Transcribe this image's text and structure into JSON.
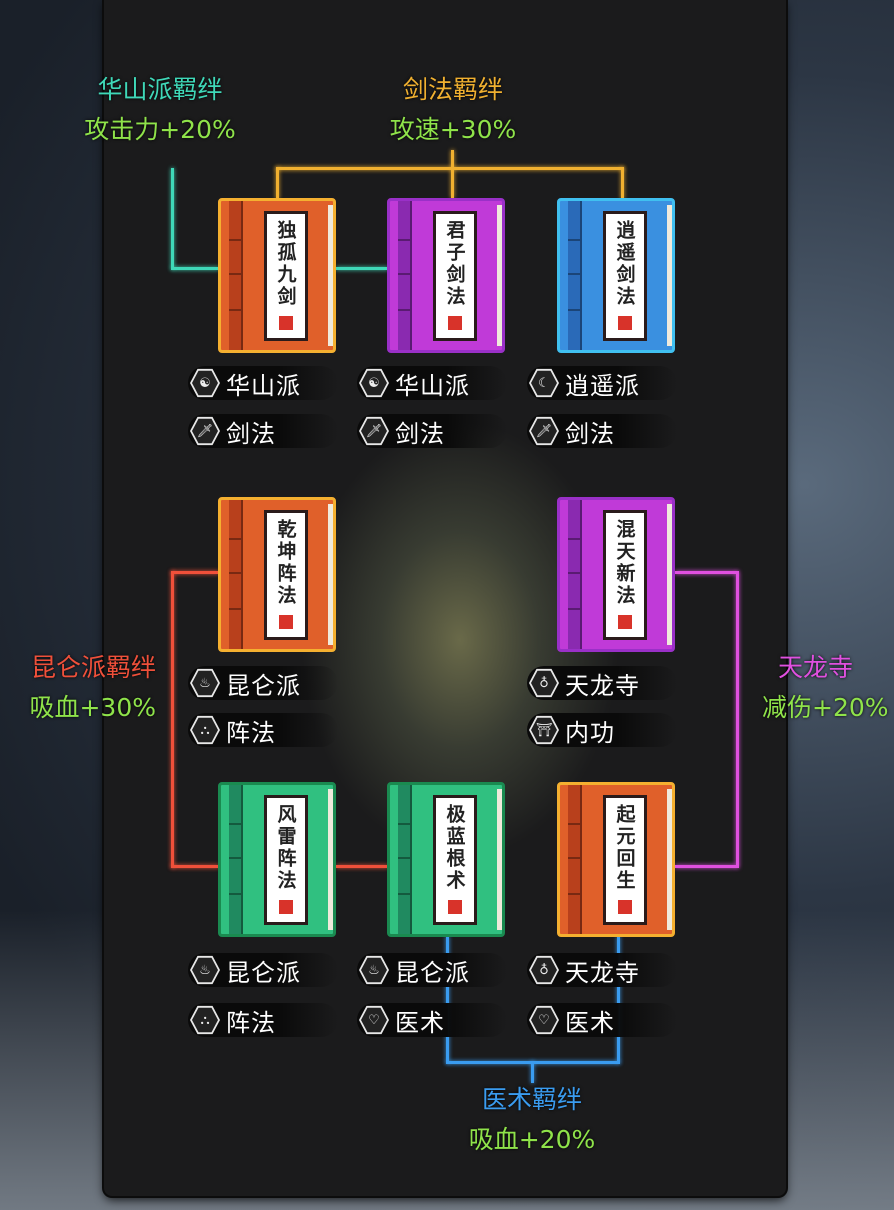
{
  "bonds": {
    "huashan": {
      "title": "华山派羁绊",
      "effect": "攻击力+20%",
      "color": "#3fd8b8"
    },
    "jianfa": {
      "title": "剑法羁绊",
      "effect": "攻速+30%",
      "color": "#f0b030"
    },
    "kunlun": {
      "title": "昆仑派羁绊",
      "effect": "吸血+30%",
      "color": "#f0503a"
    },
    "tianlong": {
      "title": "天龙寺",
      "effect": "减伤+20%",
      "color": "#e050e0"
    },
    "yishu": {
      "title": "医术羁绊",
      "effect": "吸血+20%",
      "color": "#3a9cf0"
    }
  },
  "books": [
    {
      "title": "独孤九剑",
      "rarity": "orange",
      "faction": "华山派",
      "faction_icon": "huashan-icon",
      "type": "剑法",
      "type_icon": "sword-icon"
    },
    {
      "title": "君子剑法",
      "rarity": "purple",
      "faction": "华山派",
      "faction_icon": "huashan-icon",
      "type": "剑法",
      "type_icon": "sword-icon"
    },
    {
      "title": "逍遥剑法",
      "rarity": "blue",
      "faction": "逍遥派",
      "faction_icon": "xiaoyao-icon",
      "type": "剑法",
      "type_icon": "sword-icon"
    },
    {
      "title": "乾坤阵法",
      "rarity": "orange",
      "faction": "昆仑派",
      "faction_icon": "kunlun-icon",
      "type": "阵法",
      "type_icon": "formation-icon"
    },
    {
      "title": "混天新法",
      "rarity": "purple",
      "faction": "天龙寺",
      "faction_icon": "tianlong-icon",
      "type": "内功",
      "type_icon": "meditation-icon"
    },
    {
      "title": "风雷阵法",
      "rarity": "green",
      "faction": "昆仑派",
      "faction_icon": "kunlun-icon",
      "type": "阵法",
      "type_icon": "formation-icon"
    },
    {
      "title": "极蓝根术",
      "rarity": "green",
      "faction": "昆仑派",
      "faction_icon": "kunlun-icon",
      "type": "医术",
      "type_icon": "heart-icon"
    },
    {
      "title": "起元回生",
      "rarity": "orange",
      "faction": "天龙寺",
      "faction_icon": "tianlong-icon",
      "type": "医术",
      "type_icon": "heart-icon"
    }
  ]
}
